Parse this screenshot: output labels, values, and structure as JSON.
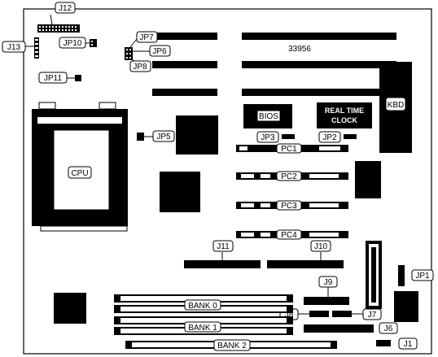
{
  "board": {
    "model_number": "33956",
    "labels": {
      "j12": "J12",
      "j13": "J13",
      "jp10": "JP10",
      "jp11": "JP11",
      "jp7": "JP7",
      "jp6": "JP6",
      "jp8": "JP8",
      "jp5": "JP5",
      "jp3": "JP3",
      "jp2": "JP2",
      "jp1": "JP1",
      "j11": "J11",
      "j10": "J10",
      "j9": "J9",
      "j8": "J8",
      "j7": "J7",
      "j6": "J6",
      "j1": "J1",
      "cpu": "CPU",
      "bios": "BIOS",
      "rtc_line1": "REAL TIME",
      "rtc_line2": "CLOCK",
      "kbd": "KBD",
      "pc1": "PC1",
      "pc2": "PC2",
      "pc3": "PC3",
      "pc4": "PC4",
      "bank0": "BANK 0",
      "bank1": "BANK 1",
      "bank2": "BANK 2"
    }
  }
}
